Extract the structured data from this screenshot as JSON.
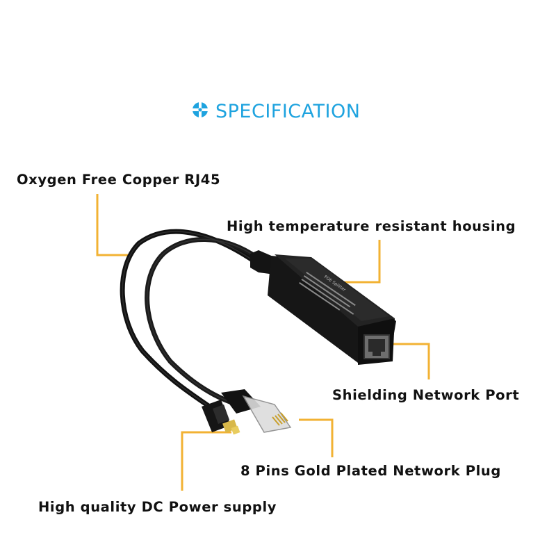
{
  "header": {
    "title": "SPECIFICATION",
    "icon": "crosshair-plus-icon",
    "accent_color": "#1ea3df"
  },
  "callouts": {
    "copper": "Oxygen Free Copper RJ45",
    "housing": "High temperature resistant housing",
    "port": "Shielding Network Port",
    "plug": "8 Pins Gold Plated Network Plug",
    "dc": "High quality DC Power supply"
  },
  "leader_line_color": "#f2b233",
  "product": {
    "name": "PoE splitter",
    "label_text": "POE Splitter"
  }
}
